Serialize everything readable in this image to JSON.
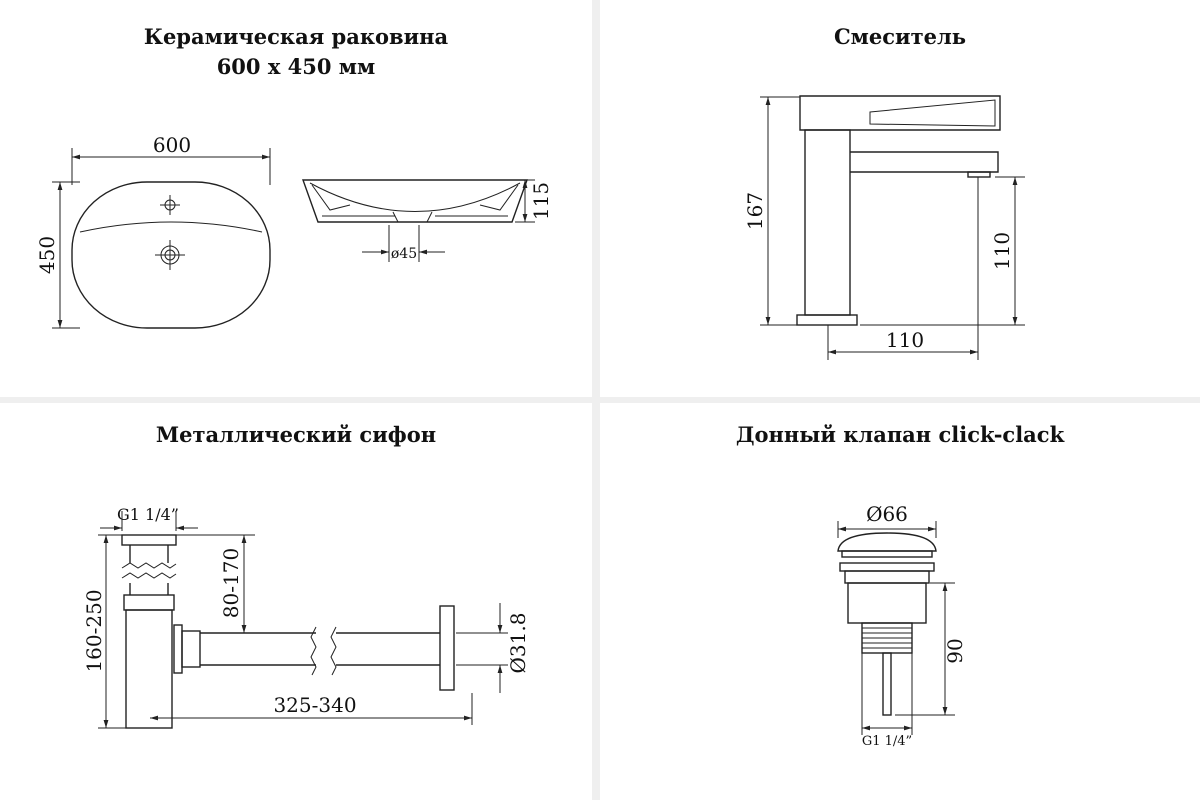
{
  "panels": {
    "sink": {
      "title_line1": "Керамическая раковина",
      "title_line2": "600 x 450 мм",
      "dim_width": "600",
      "dim_depth": "450",
      "dim_height": "115",
      "dim_drain": "ø45"
    },
    "faucet": {
      "title": "Смеситель",
      "dim_height": "167",
      "dim_spout_height": "110",
      "dim_spout_reach": "110"
    },
    "siphon": {
      "title": "Металлический сифон",
      "dim_thread": "G1 1/4”",
      "dim_total_height": "160-250",
      "dim_adjust": "80-170",
      "dim_length": "325-340",
      "dim_diameter": "Ø31.8"
    },
    "drain_valve": {
      "title": "Донный клапан click-clack",
      "dim_diameter": "Ø66",
      "dim_height": "90",
      "dim_thread": "G1 1/4”"
    }
  }
}
